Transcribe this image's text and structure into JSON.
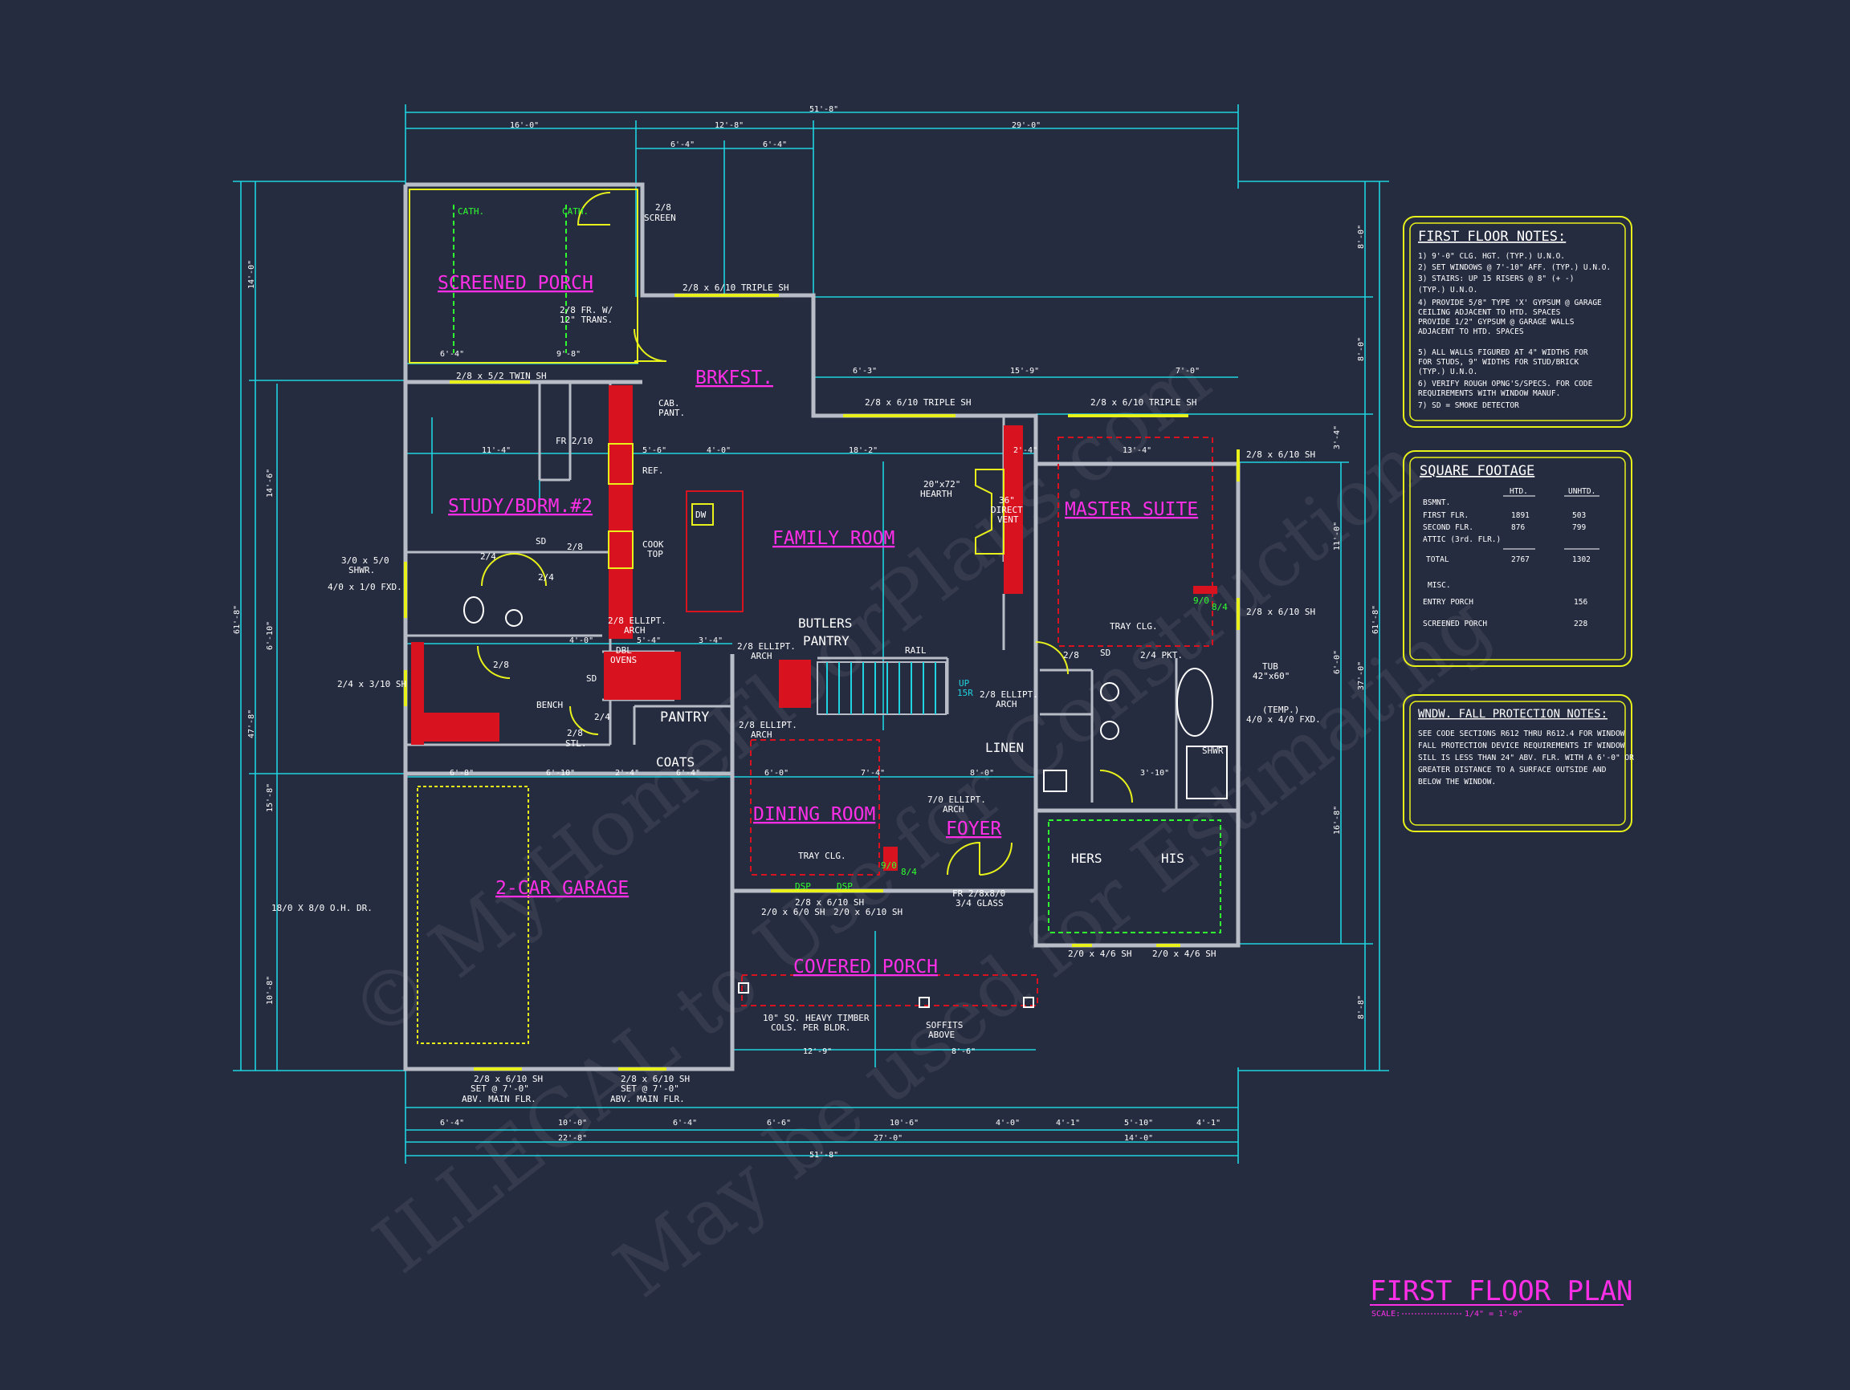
{
  "colors": {
    "background": "#262c40",
    "dimension": "#1fd3e0",
    "wall": "#b8bcc6",
    "room_label": "#ff2fe8",
    "notes_box": "#e8f21a",
    "window": "#e8f21a",
    "brick": "#d8121e",
    "green": "#2fff2f",
    "text": "#ffffff"
  },
  "rooms": {
    "screened_porch": "SCREENED PORCH",
    "brkfst": "BRKFST.",
    "study": "STUDY/BDRM.#2",
    "family": "FAMILY ROOM",
    "master": "MASTER SUITE",
    "dining": "DINING ROOM",
    "foyer": "FOYER",
    "garage": "2-CAR GARAGE",
    "covered_porch": "COVERED PORCH",
    "pantry": "PANTRY",
    "butlers": "BUTLERS",
    "butlers2": "PANTRY",
    "coats": "COATS",
    "linen": "LINEN",
    "hers": "HERS",
    "his": "HIS"
  },
  "labels": {
    "cath1": "CATH.",
    "cath2": "CATH.",
    "screen_l1": "2/8",
    "screen_l2": "SCREEN",
    "triple_top": "2/8 x 6/10 TRIPLE SH",
    "fr_l1": "2/8 FR. W/",
    "fr_l2": "12\" TRANS.",
    "twin_sh": "2/8 x 5/2 TWIN SH",
    "fr210": "FR 2/10",
    "cab_l1": "CAB.",
    "cab_l2": "PANT.",
    "ref": "REF.",
    "dw": "DW",
    "cooktop_l1": "COOK",
    "cooktop_l2": "TOP",
    "ellipt1_l1": "2/8 ELLIPT.",
    "ellipt1_l2": "ARCH",
    "dbl_l1": "DBL",
    "dbl_l2": "OVENS",
    "triple2": "2/8 x 6/10 TRIPLE SH",
    "triple3": "2/8 x 6/10 TRIPLE SH",
    "hearth_l1": "20\"x72\"",
    "hearth_l2": "HEARTH",
    "vent_l1": "36\"",
    "vent_l2": "DIRECT",
    "vent_l3": "VENT",
    "sh_right1": "2/8 x 6/10 SH",
    "sh_right2": "2/8 x 6/10 SH",
    "tray1": "TRAY CLG.",
    "pkt": "2/4 PKT.",
    "tub_l1": "TUB",
    "tub_l2": "42\"x60\"",
    "temp_l1": "(TEMP.)",
    "temp_l2": "4/0 x 4/0 FXD.",
    "shwr": "SHWR",
    "shwr_left_l1": "3/0 x 5/0",
    "shwr_left_l2": "SHWR.",
    "fxd_left": "4/0 x 1/0 FXD.",
    "sh_left": "2/4 x 3/10 SH",
    "ohdr": "18/0 X 8/0 O.H. DR.",
    "bench": "BENCH",
    "d24a": "2/4",
    "d24b": "2/4",
    "d24c": "2/4",
    "d28a": "2/8",
    "d28b": "2/8",
    "d28c": "2/8",
    "stl_l1": "2/8",
    "stl_l2": "STL.",
    "sd1": "SD",
    "sd2": "SD",
    "sd3": "SD",
    "ellipt2_l1": "2/8 ELLIPT.",
    "ellipt2_l2": "ARCH",
    "ellipt3_l1": "2/8 ELLIPT.",
    "ellipt3_l2": "ARCH",
    "ellipt4_l1": "2/8 ELLIPT.",
    "ellipt4_l2": "ARCH",
    "rail": "RAIL",
    "up_l1": "UP",
    "up_l2": "15R",
    "tray2": "TRAY CLG.",
    "ellipt5_l1": "7/0 ELLIPT.",
    "ellipt5_l2": "ARCH",
    "fr_glass_l1": "FR 2/8x8/0",
    "fr_glass_l2": "3/4 GLASS",
    "dsp1": "DSP",
    "dsp2": "DSP",
    "sh_dining1": "2/0 x 6/0 SH",
    "sh_dining2": "2/8 x 6/10 SH",
    "sh_dining3": "2/0 x 6/10 SH",
    "sh_master1": "2/0 x 4/6 SH",
    "sh_master2": "2/0 x 4/6 SH",
    "timber_l1": "10\" SQ. HEAVY TIMBER",
    "timber_l2": "COLS. PER BLDR.",
    "soffit_l1": "SOFFITS",
    "soffit_l2": "ABOVE",
    "set1_l1": "2/8 x 6/10 SH",
    "set1_l2": "SET @ 7'-0\"",
    "set1_l3": "ABV. MAIN FLR.",
    "set2_l1": "2/8 x 6/10 SH",
    "set2_l2": "SET @ 7'-0\"",
    "set2_l3": "ABV. MAIN FLR.",
    "v1": "9/0",
    "v2": "8/4",
    "v3": "9/0",
    "v4": "8/4"
  },
  "dims": {
    "overall": "51'-8\"",
    "top_a": "16'-0\"",
    "top_b": "12'-8\"",
    "top_c": "29'-0\"",
    "top_d": "6'-4\"",
    "top_e": "6'-4\"",
    "porch_a": "6'-4\"",
    "porch_b": "9'-8\"",
    "brk_a": "6'-3\"",
    "brk_b": "15'-9\"",
    "brk_c": "7'-0\"",
    "r1": "11'-4\"",
    "r2": "5'-6\"",
    "r3": "4'-0\"",
    "r4": "18'-2\"",
    "r5": "2'-4\"",
    "r6": "13'-4\"",
    "m1": "4'-0\"",
    "m2": "5'-4\"",
    "m3": "3'-4\"",
    "g1": "6'-8\"",
    "g2": "6'-10\"",
    "g3": "2'-4\"",
    "g4": "6'-4\"",
    "g5": "6'-0\"",
    "g6": "7'-4\"",
    "g7": "8'-0\"",
    "g8": "3'-10\"",
    "bot_a": "6'-4\"",
    "bot_b": "10'-0\"",
    "bot_c": "6'-4\"",
    "bot_d": "6'-6\"",
    "bot_e": "10'-6\"",
    "bot_f": "4'-0\"",
    "bot_g": "4'-1\"",
    "bot_h": "5'-10\"",
    "bot_i": "4'-1\"",
    "bot2_a": "22'-8\"",
    "bot2_b": "27'-0\"",
    "bot2_c": "14'-0\"",
    "bot3": "51'-8\"",
    "cp1": "12'-9\"",
    "cp2": "8'-6\"",
    "left_a": "14'-0\"",
    "left_b": "14'-6\"",
    "left_c": "6'-10\"",
    "left_d": "47'-8\"",
    "left_e": "61'-8\"",
    "left_f": "15'-8\"",
    "left_g": "10'-8\"",
    "right_a": "8'-0\"",
    "right_b": "8'-0\"",
    "right_c": "61'-8\"",
    "right_d": "37'-0\"",
    "right_e": "3'-4\"",
    "right_f": "11'-0\"",
    "right_g": "6'-0\"",
    "right_h": "16'-8\"",
    "right_i": "8'-8\""
  },
  "notes": {
    "title": "FIRST FLOOR NOTES:",
    "items": [
      "1) 9'-0\"  CLG. HGT. (TYP.) U.N.O.",
      "2) SET WINDOWS @ 7'-10\" AFF. (TYP.) U.N.O.",
      "3) STAIRS: UP 15 RISERS @ 8\" (+ -)",
      "   (TYP.) U.N.O.",
      "4) PROVIDE 5/8\" TYPE 'X' GYPSUM @ GARAGE",
      "   CEILING ADJACENT TO HTD. SPACES",
      "   PROVIDE 1/2\" GYPSUM @ GARAGE WALLS",
      "   ADJACENT TO HTD. SPACES",
      "",
      "5) ALL WALLS FIGURED AT 4\" WIDTHS FOR",
      "   FOR STUDS, 9\" WIDTHS FOR STUD/BRICK",
      "   (TYP.) U.N.O.",
      "6) VERIFY ROUGH OPNG'S/SPECS. FOR CODE",
      "   REQUIREMENTS WITH WINDOW MANUF.",
      "7) SD = SMOKE DETECTOR"
    ]
  },
  "sqft": {
    "title": "SQUARE FOOTAGE",
    "col1": "HTD.",
    "col2": "UNHTD.",
    "rows": [
      {
        "label": "BSMNT.",
        "htd": "",
        "unhtd": ""
      },
      {
        "label": "FIRST FLR.",
        "htd": "1891",
        "unhtd": "503"
      },
      {
        "label": "SECOND FLR.",
        "htd": "876",
        "unhtd": "799"
      },
      {
        "label": "ATTIC (3rd. FLR.)",
        "htd": "",
        "unhtd": ""
      }
    ],
    "total_label": "TOTAL",
    "total_htd": "2767",
    "total_unhtd": "1302",
    "misc_label": "MISC.",
    "misc": [
      {
        "label": "ENTRY PORCH",
        "val": "156"
      },
      {
        "label": "SCREENED PORCH",
        "val": "228"
      }
    ]
  },
  "fall": {
    "title": "WNDW. FALL PROTECTION NOTES:",
    "lines": [
      "SEE CODE SECTIONS R612 THRU R612.4 FOR WINDOW",
      "FALL PROTECTION DEVICE REQUIREMENTS IF WINDOW",
      "SILL IS LESS THAN 24\" ABV. FLR. WITH A 6'-0\" OR",
      "GREATER DISTANCE TO A SURFACE OUTSIDE AND",
      "BELOW THE WINDOW."
    ]
  },
  "plan_title": "FIRST FLOOR PLAN",
  "scale_label": "SCALE:",
  "scale_value": "1/4\" = 1'-0\"",
  "watermark": [
    "© MyHomeFloorPlans.com",
    "ILLEGAL to Use for Construction",
    "May be used for Estimating"
  ]
}
